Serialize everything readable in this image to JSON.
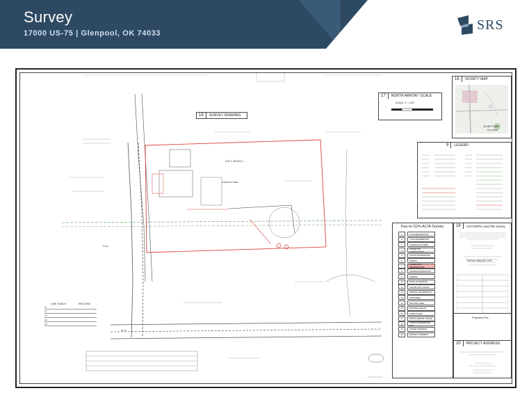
{
  "header": {
    "title": "Survey",
    "subtitle": "17000 US-75 | Glenpool, OK 74033",
    "logo_text": "SRS"
  },
  "panels": {
    "survey_drawing": {
      "num": "19",
      "label": "SURVEY DRAWING"
    },
    "north_arrow": {
      "num": "17",
      "label": "NORTH ARROW / SCALE",
      "scale": "SCALE: 1\" = 100'"
    },
    "vicinity": {
      "num": "16",
      "label": "VICINITY MAP",
      "map_label": "VICINITY MAP",
      "map_sub": "NO SCALE"
    },
    "legend": {
      "num": "9",
      "label": "LEGEND"
    },
    "key": {
      "title": "Key to CDS ALTA Survey"
    },
    "alta": {
      "num": "18",
      "label": "ALTA/NSPS Land Title Survey",
      "toll_free": "Toll Free: 866.322.7371"
    },
    "project_address": {
      "num": "20",
      "label": "PROJECT ADDRESS"
    },
    "prepared_for": "Prepared For:"
  },
  "key_items": [
    {
      "n": "1",
      "t": "TITLE DESCRIPTION"
    },
    {
      "n": "2",
      "t": "TITLE INFORMATION"
    },
    {
      "n": "3",
      "t": "SCHEDULE B ITEMS"
    },
    {
      "n": "4",
      "t": "SURVEYOR CERTIFICATION"
    },
    {
      "n": "5",
      "t": "FLOOD INFORMATION"
    },
    {
      "n": "6",
      "t": "ZONING"
    },
    {
      "n": "7",
      "t": "SIGNIFICANT OBSERVATIONS"
    },
    {
      "n": "8",
      "t": "SIGNED INFORMATION"
    },
    {
      "n": "9",
      "t": "LEGEND"
    },
    {
      "n": "10",
      "t": "BASIS OF BEARING"
    },
    {
      "n": "11",
      "t": "SURVEYOR'S NOTES"
    },
    {
      "n": "12",
      "t": "PARKING INFORMATION"
    },
    {
      "n": "13",
      "t": "LAND AREA"
    },
    {
      "n": "14",
      "t": "BUILDING AREA"
    },
    {
      "n": "15",
      "t": "BUILDING HEIGHT"
    },
    {
      "n": "16",
      "t": "VICINITY MAP"
    },
    {
      "n": "17",
      "t": "NORTH ARROW / SCALE"
    },
    {
      "n": "18",
      "t": "CLIENT INFORMATION BOX"
    },
    {
      "n": "19",
      "t": "SURVEY DRAWING"
    },
    {
      "n": "20",
      "t": "PROJECT ADDRESS"
    }
  ],
  "line_table": {
    "title": "LINE TABLE",
    "record": "RECORD",
    "rows": [
      "L1",
      "L2",
      "L3",
      "L4",
      "L5"
    ]
  },
  "drawing_labels": {
    "lot": "LOT 1, BLOCK 1",
    "compost": "COMPOST AREA",
    "pob": "P.O.B.",
    "poc": "P.O.C."
  },
  "colors": {
    "header_bg": "#2e4a63",
    "boundary": "#d9443a",
    "highlight": "#f6b6b6",
    "green_line": "#7fb77a"
  }
}
